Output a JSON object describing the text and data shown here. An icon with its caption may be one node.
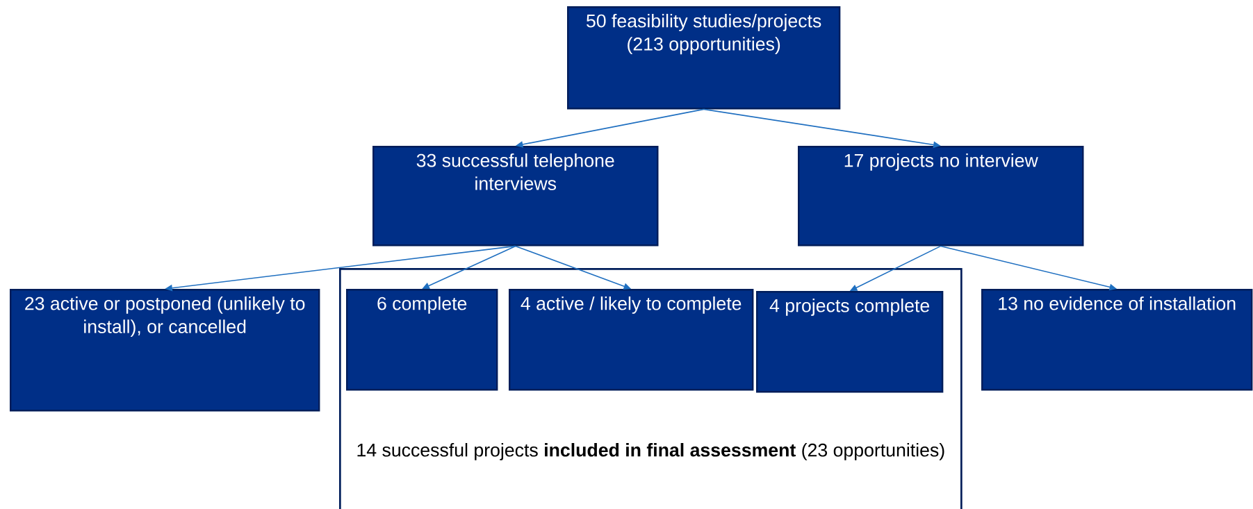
{
  "diagram": {
    "nodes": [
      {
        "text": [
          "50 feasibility studies/projects (213 opportunities)"
        ]
      },
      {
        "text": [
          "33 successful telephone interviews"
        ]
      },
      {
        "text": [
          "17 projects no interview"
        ]
      },
      {
        "text": [
          "23 active or postponed (unlikely to install), or cancelled"
        ]
      },
      {
        "text": [
          "14 successful projects **included in final assessment** (23 opportunities)"
        ]
      },
      {
        "text": [
          "6 complete"
        ],
        "in": 4
      },
      {
        "text": [
          "4 active / likely to complete"
        ],
        "in": 4
      },
      {
        "text": [
          "4 projects complete"
        ],
        "in": 4
      },
      {
        "text": [
          "13 no evidence of installation"
        ]
      }
    ],
    "edges": [
      {
        "from": 0,
        "to": 1,
        "arrow": "to"
      },
      {
        "from": 0,
        "to": 2,
        "arrow": "to"
      },
      {
        "from": 1,
        "to": 3,
        "arrow": "to"
      },
      {
        "from": 1,
        "to": 5,
        "arrow": "to"
      },
      {
        "from": 1,
        "to": 6,
        "arrow": "to"
      },
      {
        "from": 2,
        "to": 7,
        "arrow": "to"
      },
      {
        "from": 2,
        "to": 8,
        "arrow": "to"
      }
    ]
  }
}
